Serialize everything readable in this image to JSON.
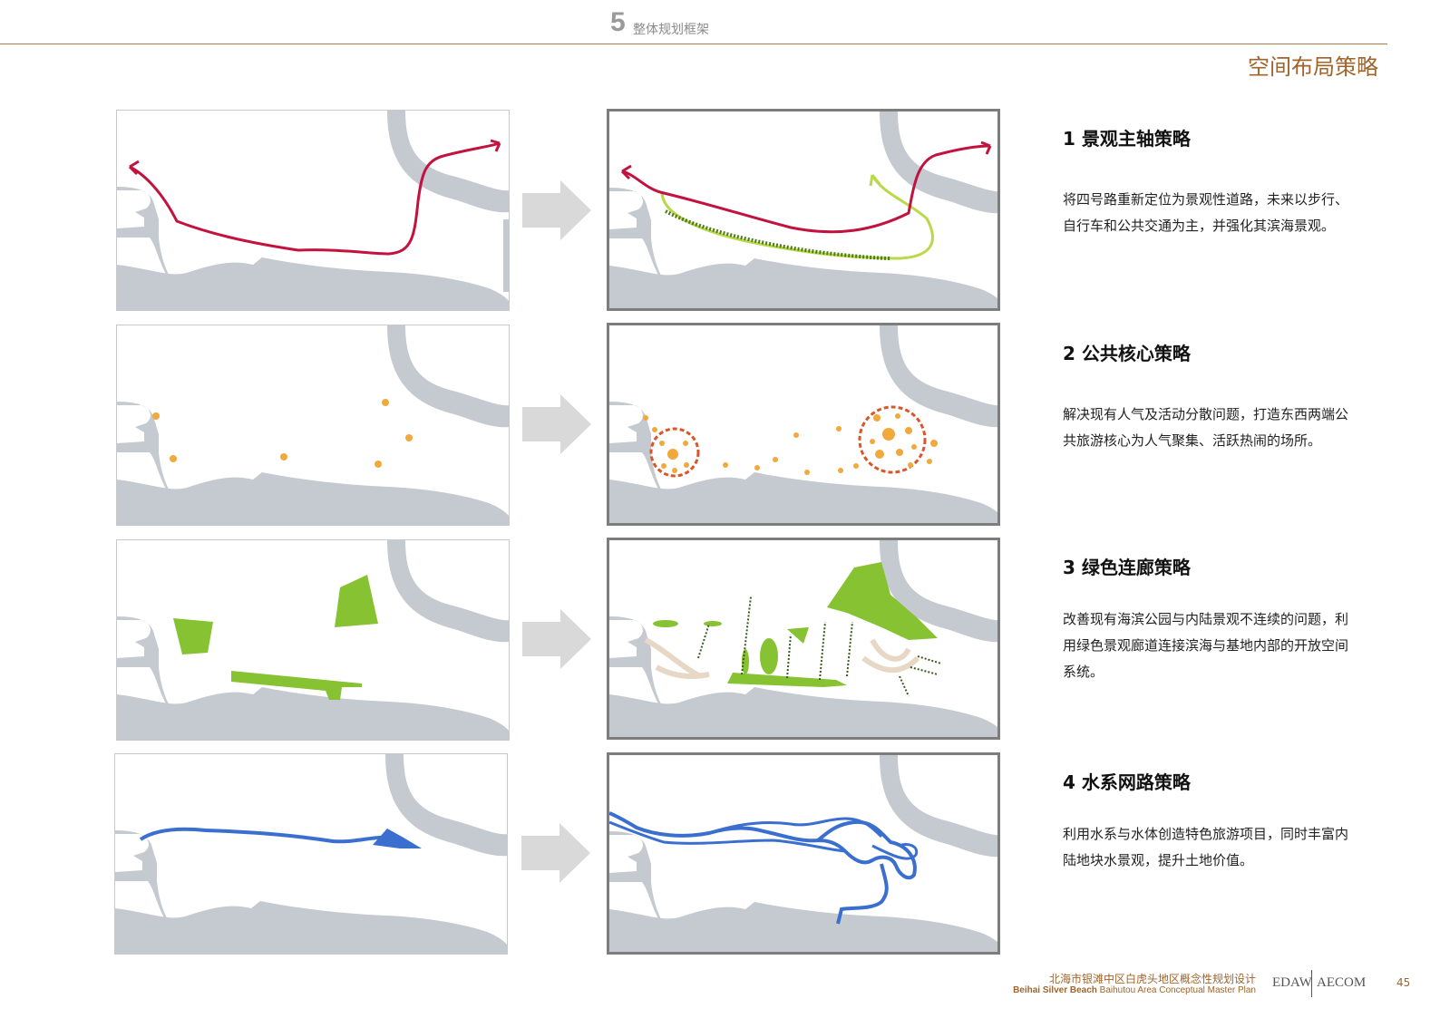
{
  "header": {
    "chapter_number": "5",
    "chapter_title": "整体规划框架",
    "page_title": "空间布局策略"
  },
  "colors": {
    "accent": "#a0642a",
    "land": "#c5c9d0",
    "red_axis": "#c2133f",
    "green": "#86c232",
    "orange_core": "#f2a93b",
    "blue_water": "#3a6fd0"
  },
  "sections": [
    {
      "heading": "1 景观主轴策略",
      "line1": "将四号路重新定位为景观性道路，未来以步行、",
      "line2": "自行车和公共交通为主，并强化其滨海景观。",
      "line3": ""
    },
    {
      "heading": "2 公共核心策略",
      "line1": "解决现有人气及活动分散问题，打造东西两端公",
      "line2": "共旅游核心为人气聚集、活跃热闹的场所。",
      "line3": ""
    },
    {
      "heading": "3 绿色连廊策略",
      "line1": "改善现有海滨公园与内陆景观不连续的问题，利",
      "line2": "用绿色景观廊道连接滨海与基地内部的开放空间",
      "line3": "系统。"
    },
    {
      "heading": "4 水系网路策略",
      "line1": "利用水系与水体创造特色旅游项目，同时丰富内",
      "line2": "陆地块水景观，提升土地价值。",
      "line3": ""
    }
  ],
  "footer": {
    "title_cn": "北海市银滩中区白虎头地区概念性规划设计",
    "title_en_bold": "Beihai Silver Beach",
    "title_en_rest": " Baihutou Area Conceptual Master Plan",
    "logo_left": "EDAW",
    "logo_right": "AECOM",
    "page_number": "45"
  }
}
